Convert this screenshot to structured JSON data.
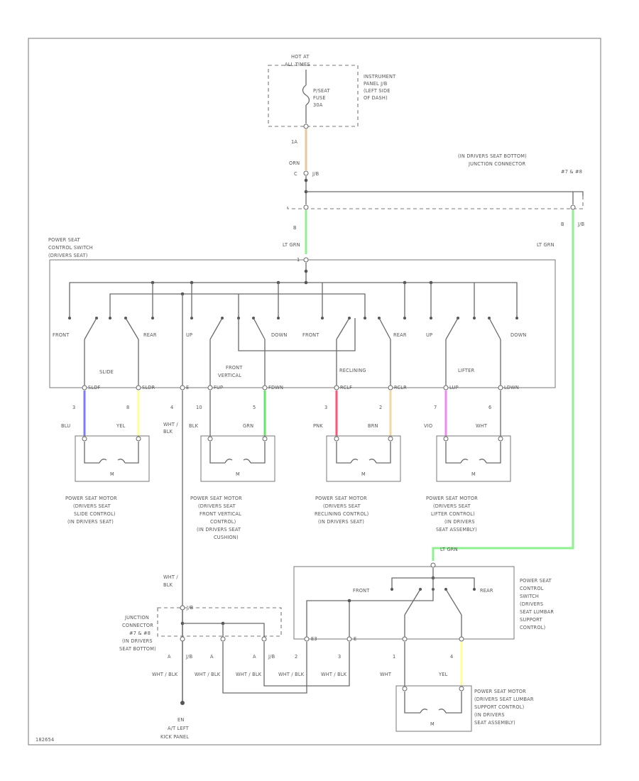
{
  "colors": {
    "orange": "#e8c79a",
    "lt_grn": "#8ff08f",
    "blue": "#7b7bff",
    "yellow": "#ffff99",
    "green": "#66e466",
    "pink": "#ff5577",
    "tan": "#f0d8a0",
    "violet": "#ee88ee"
  },
  "power": {
    "hot_at": "HOT AT",
    "hot_at_2": "ALL TIMES",
    "fuse_label": [
      "P/SEAT",
      "FUSE",
      "30A"
    ],
    "panel_label": [
      "INSTRUMENT",
      "PANEL J/B",
      "(LEFT SIDE",
      "OF DASH)"
    ],
    "pin_1": "1A",
    "wire_1": "ORN",
    "jb_pin": "C",
    "jb_code": "J/B"
  },
  "junction_top": {
    "label": [
      "(IN DRIVERS SEAT BOTTOM)",
      "JUNCTION CONNECTOR",
      "#7 & #8"
    ],
    "pin_left": "B",
    "pin_right": "B",
    "code_right": "J/B",
    "wire_left": "LT GRN",
    "wire_right": "LT GRN"
  },
  "switch_main": {
    "label": [
      "POWER SEAT",
      "CONTROL SWITCH",
      "(DRIVERS SEAT)"
    ],
    "pin_top": "1",
    "pos": [
      "FRONT",
      "REAR",
      "UP",
      "DOWN",
      "FRONT",
      "REAR",
      "UP",
      "DOWN"
    ],
    "groups": [
      "SLIDE",
      "FRONT VERTICAL",
      "RECLINING",
      "LIFTER"
    ],
    "terms": [
      "SLDF",
      "SLDR",
      "E",
      "FUP",
      "FDWN",
      "RCLF",
      "RCLR",
      "LUP",
      "LDWN"
    ]
  },
  "motor_wires": [
    {
      "pin": "3",
      "wire": "BLU",
      "color": "#7b7bff"
    },
    {
      "pin": "8",
      "wire": "YEL",
      "color": "#ffff99"
    },
    {
      "pin": "4",
      "wire": "WHT / BLK",
      "color": ""
    },
    {
      "pin": "10",
      "wire": "BLK",
      "color": ""
    },
    {
      "pin": "5",
      "wire": "GRN",
      "color": "#66e466"
    },
    {
      "pin": "3",
      "wire": "PNK",
      "color": "#ff5577"
    },
    {
      "pin": "2",
      "wire": "BRN",
      "color": "#f0d8a0"
    },
    {
      "pin": "7",
      "wire": "VIO",
      "color": "#ee88ee"
    },
    {
      "pin": "6",
      "wire": "WHT",
      "color": ""
    }
  ],
  "motors": [
    {
      "label": [
        "POWER SEAT MOTOR",
        "(DRIVERS SEAT",
        "SLIDE CONTROL)",
        "(IN DRIVERS SEAT)"
      ]
    },
    {
      "label": [
        "POWER SEAT MOTOR",
        "(DRIVERS SEAT",
        "FRONT VERTICAL",
        "CONTROL)",
        "(IN DRIVERS SEAT",
        "CUSHION)"
      ]
    },
    {
      "label": [
        "POWER SEAT MOTOR",
        "(DRIVERS SEAT",
        "RECLINING CONTROL)",
        "(IN DRIVERS SEAT)"
      ]
    },
    {
      "label": [
        "POWER SEAT MOTOR",
        "(DRIVERS SEAT",
        "LIFTER CONTROL)",
        "(IN DRIVERS",
        "SEAT ASSEMBLY)"
      ]
    }
  ],
  "motor_symbol": "M",
  "lumbar": {
    "wire_top": "LT GRN",
    "switch_label": [
      "POWER SEAT",
      "CONTROL",
      "SWITCH",
      "(DRIVERS",
      "SEAT LUMBAR",
      "SUPPORT",
      "CONTROL)"
    ],
    "pos": [
      "FRONT",
      "REAR"
    ],
    "terms": [
      "E3",
      "E"
    ],
    "pins": [
      "1",
      "4"
    ],
    "wires": [
      "WHT",
      "YEL"
    ],
    "motor_label": [
      "POWER SEAT MOTOR",
      "(DRIVERS SEAT LUMBAR",
      "SUPPORT CONTROL)",
      "(IN DRIVERS",
      "SEAT ASSEMBLY)"
    ]
  },
  "ground": {
    "wire": "WHT / BLK",
    "jc_label": [
      "JUNCTION",
      "CONNECTOR",
      "#7 & #8",
      "(IN DRIVERS",
      "SEAT BOTTOM)"
    ],
    "jc_code": "J/B",
    "pins": [
      "A",
      "A",
      "A",
      "2",
      "3"
    ],
    "codes": [
      "J/B",
      "J/B"
    ],
    "wires": [
      "WHT / BLK",
      "WHT / BLK",
      "WHT / BLK",
      "WHT / BLK",
      "WHT / BLK"
    ],
    "ground_id": "EN",
    "ground_label": [
      "A/T LEFT",
      "KICK PANEL"
    ]
  },
  "footer_code": "182654"
}
